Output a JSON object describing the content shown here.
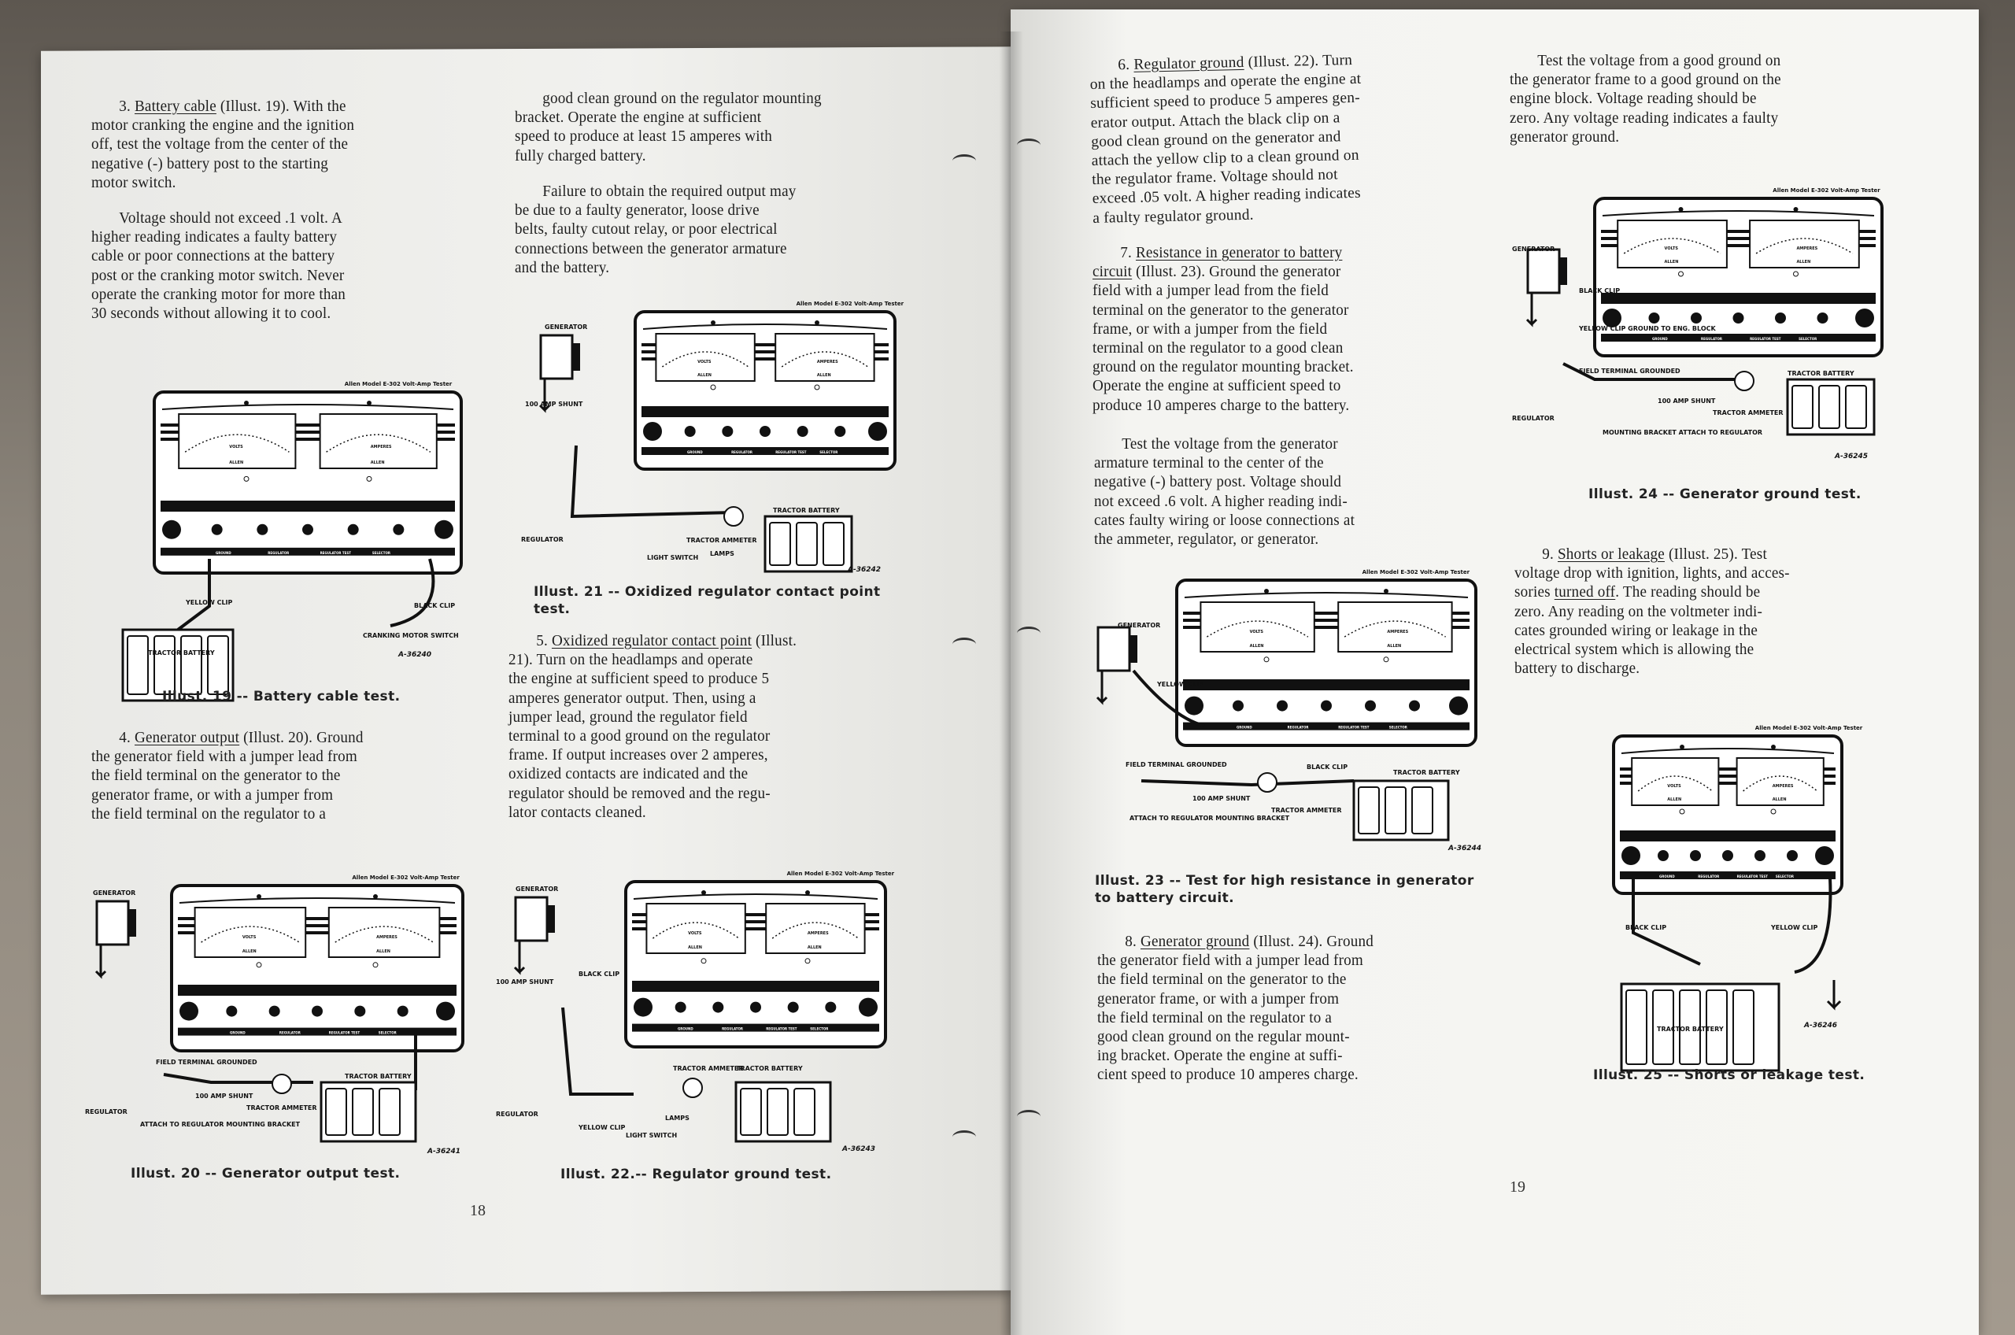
{
  "left_page": {
    "page_number": "18",
    "paragraphs": [
      {
        "id": "p3",
        "lines": [
          [
            "3. ",
            {
              "u": "Battery cable"
            },
            " (Illust. 19).  With the"
          ],
          [
            "motor cranking the engine and the ignition"
          ],
          [
            "off, test the voltage from the center of the"
          ],
          [
            "negative (-) battery post to the starting"
          ],
          [
            "motor switch."
          ]
        ]
      },
      {
        "id": "p3b",
        "lines": [
          [
            "Voltage should not exceed .1 volt.  A"
          ],
          [
            "higher reading indicates a faulty battery"
          ],
          [
            "cable or poor connections at the battery"
          ],
          [
            "post or the cranking motor switch.  Never"
          ],
          [
            "operate the cranking motor for more than"
          ],
          [
            "30 seconds without allowing it to cool."
          ]
        ]
      },
      {
        "id": "p4",
        "lines": [
          [
            "4. ",
            {
              "u": "Generator output"
            },
            " (Illust. 20).  Ground"
          ],
          [
            "the generator field with a jumper lead from"
          ],
          [
            "the field terminal on the generator to the"
          ],
          [
            "generator frame, or with a jumper from"
          ],
          [
            "the field terminal on the regulator to a"
          ]
        ]
      },
      {
        "id": "p4c",
        "lines": [
          [
            "good clean ground on the regulator mounting"
          ],
          [
            "bracket.  Operate the engine at sufficient"
          ],
          [
            "speed to produce at least 15 amperes with"
          ],
          [
            "fully charged battery."
          ]
        ]
      },
      {
        "id": "p4d",
        "lines": [
          [
            "Failure to obtain the required output may"
          ],
          [
            "be due to a faulty generator, loose drive"
          ],
          [
            "belts, faulty cutout relay, or poor electrical"
          ],
          [
            "connections between the generator armature"
          ],
          [
            "and the battery."
          ]
        ]
      },
      {
        "id": "p5",
        "lines": [
          [
            "5. ",
            {
              "u": "Oxidized regulator contact point"
            },
            " (Illust."
          ],
          [
            "21).  Turn on the headlamps and operate"
          ],
          [
            "the engine at sufficient speed to produce 5"
          ],
          [
            "amperes generator output.  Then, using a"
          ],
          [
            "jumper lead, ground the regulator field"
          ],
          [
            "terminal to a good ground on the regulator"
          ],
          [
            "frame.  If output increases over 2 amperes,"
          ],
          [
            "oxidized contacts are indicated and the"
          ],
          [
            "regulator should be removed and the regu-"
          ],
          [
            "lator contacts cleaned."
          ]
        ]
      }
    ],
    "captions": {
      "illust19": "Illust. 19 -- Battery cable test.",
      "illust20": "Illust. 20 -- Generator output test.",
      "illust21": "Illust. 21 -- Oxidized regulator contact point test.",
      "illust21_line1": "Illust. 21 -- Oxidized regulator contact point",
      "illust21_line2": "test.",
      "illust22": "Illust. 22.-- Regulator ground test."
    }
  },
  "right_page": {
    "page_number": "19",
    "paragraphs": [
      {
        "id": "p6",
        "lines": [
          [
            "6. ",
            {
              "u": "Regulator ground"
            },
            " (Illust. 22).  Turn"
          ],
          [
            "on the headlamps and operate the engine at"
          ],
          [
            "sufficient speed to produce 5 amperes gen-"
          ],
          [
            "erator output.  Attach the black clip on a"
          ],
          [
            "good clean ground on the generator and"
          ],
          [
            "attach the yellow clip to a clean ground on"
          ],
          [
            "the regulator frame.  Voltage should not"
          ],
          [
            "exceed .05 volt.  A higher reading indicates"
          ],
          [
            "a faulty regulator ground."
          ]
        ]
      },
      {
        "id": "p7",
        "lines": [
          [
            "7. ",
            {
              "u": "Resistance in generator to battery"
            }
          ],
          [
            {
              "u": "circuit"
            },
            " (Illust. 23).  Ground the generator"
          ],
          [
            "field with a jumper lead from the field"
          ],
          [
            "terminal on the generator to the generator"
          ],
          [
            "frame, or with a jumper from the field"
          ],
          [
            "terminal on the regulator to a good clean"
          ],
          [
            "ground on the regulator mounting bracket."
          ],
          [
            "Operate the engine at sufficient speed to"
          ],
          [
            "produce 10 amperes charge to the battery."
          ]
        ]
      },
      {
        "id": "p7b",
        "lines": [
          [
            "Test the voltage from the generator"
          ],
          [
            "armature terminal to the center of the"
          ],
          [
            "negative (-) battery post.  Voltage should"
          ],
          [
            "not exceed .6 volt.  A higher reading indi-"
          ],
          [
            "cates faulty wiring or loose connections at"
          ],
          [
            "the ammeter, regulator, or generator."
          ]
        ]
      },
      {
        "id": "p8",
        "lines": [
          [
            "8. ",
            {
              "u": "Generator ground"
            },
            " (Illust. 24).  Ground"
          ],
          [
            "the generator field with a jumper lead from"
          ],
          [
            "the field terminal on the generator to the"
          ],
          [
            "generator frame, or with a jumper from"
          ],
          [
            "the field terminal on the regulator to a"
          ],
          [
            "good clean ground on the regular mount-"
          ],
          [
            "ing bracket.  Operate the engine at suffi-"
          ],
          [
            "cient speed to produce 10 amperes charge."
          ]
        ]
      },
      {
        "id": "p8b",
        "lines": [
          [
            "Test the voltage from a good ground on"
          ],
          [
            "the generator frame to a good ground on the"
          ],
          [
            "engine block.  Voltage reading should be"
          ],
          [
            "zero.  Any voltage reading indicates a faulty"
          ],
          [
            "generator ground."
          ]
        ]
      },
      {
        "id": "p9",
        "lines": [
          [
            "9. ",
            {
              "u": "Shorts or leakage"
            },
            " (Illust. 25).  Test"
          ],
          [
            "voltage drop with ignition, lights, and acces-"
          ],
          [
            "sories ",
            {
              "u": "turned off"
            },
            ".  The reading should be"
          ],
          [
            "zero.  Any reading on the voltmeter indi-"
          ],
          [
            "cates grounded wiring or leakage in the"
          ],
          [
            "electrical system which is allowing the"
          ],
          [
            "battery to discharge."
          ]
        ]
      }
    ],
    "captions": {
      "illust23_line1": "Illust. 23 -- Test for high resistance in generator",
      "illust23_line2": "to battery circuit.",
      "illust24": "Illust. 24 -- Generator ground test.",
      "illust25": "Illust. 25 -- Shorts or leakage test."
    }
  },
  "tester": {
    "model_title": "Allen Model E-302 Volt-Amp Tester",
    "meter_brand": "ALLEN",
    "meter_left": "VOLTS",
    "meter_right": "AMPERES",
    "knob_labels": [
      "GROUND",
      "REGULATOR",
      "REGULATOR TEST",
      "SELECTOR"
    ]
  },
  "diagrams": {
    "illust19": {
      "code": "A-36240",
      "labels": [
        "YELLOW CLIP",
        "BLACK CLIP",
        "TRACTOR BATTERY",
        "CRANKING MOTOR SWITCH"
      ]
    },
    "illust21": {
      "code": "A-36242",
      "labels": [
        "GENERATOR",
        "100 AMP SHUNT",
        "REGULATOR",
        "TRACTOR AMMETER",
        "TRACTOR BATTERY",
        "LIGHT SWITCH",
        "LAMPS"
      ]
    },
    "illust20": {
      "code": "A-36241",
      "labels": [
        "GENERATOR",
        "FIELD TERMINAL GROUNDED",
        "100 AMP SHUNT",
        "TRACTOR AMMETER",
        "TRACTOR BATTERY",
        "REGULATOR",
        "ATTACH TO REGULATOR MOUNTING BRACKET"
      ]
    },
    "illust22": {
      "code": "A-36243",
      "labels": [
        "GENERATOR",
        "100 AMP SHUNT",
        "BLACK CLIP",
        "TRACTOR AMMETER",
        "TRACTOR BATTERY",
        "REGULATOR",
        "YELLOW CLIP",
        "LIGHT SWITCH",
        "LAMPS"
      ]
    },
    "illust23": {
      "code": "A-36244",
      "labels": [
        "GENERATOR",
        "YELLOW CLIP",
        "FIELD TERMINAL GROUNDED",
        "BLACK CLIP",
        "TRACTOR BATTERY",
        "100 AMP SHUNT",
        "TRACTOR AMMETER",
        "ATTACH TO REGULATOR MOUNTING BRACKET"
      ]
    },
    "illust24": {
      "code": "A-36245",
      "labels": [
        "GENERATOR",
        "BLACK CLIP",
        "YELLOW CLIP GROUND TO ENG. BLOCK",
        "FIELD TERMINAL GROUNDED",
        "TRACTOR BATTERY",
        "100 AMP SHUNT",
        "TRACTOR AMMETER",
        "REGULATOR",
        "MOUNTING BRACKET ATTACH TO REGULATOR"
      ]
    },
    "illust25": {
      "code": "A-36246",
      "labels": [
        "BLACK CLIP",
        "YELLOW CLIP",
        "TRACTOR BATTERY"
      ]
    }
  }
}
